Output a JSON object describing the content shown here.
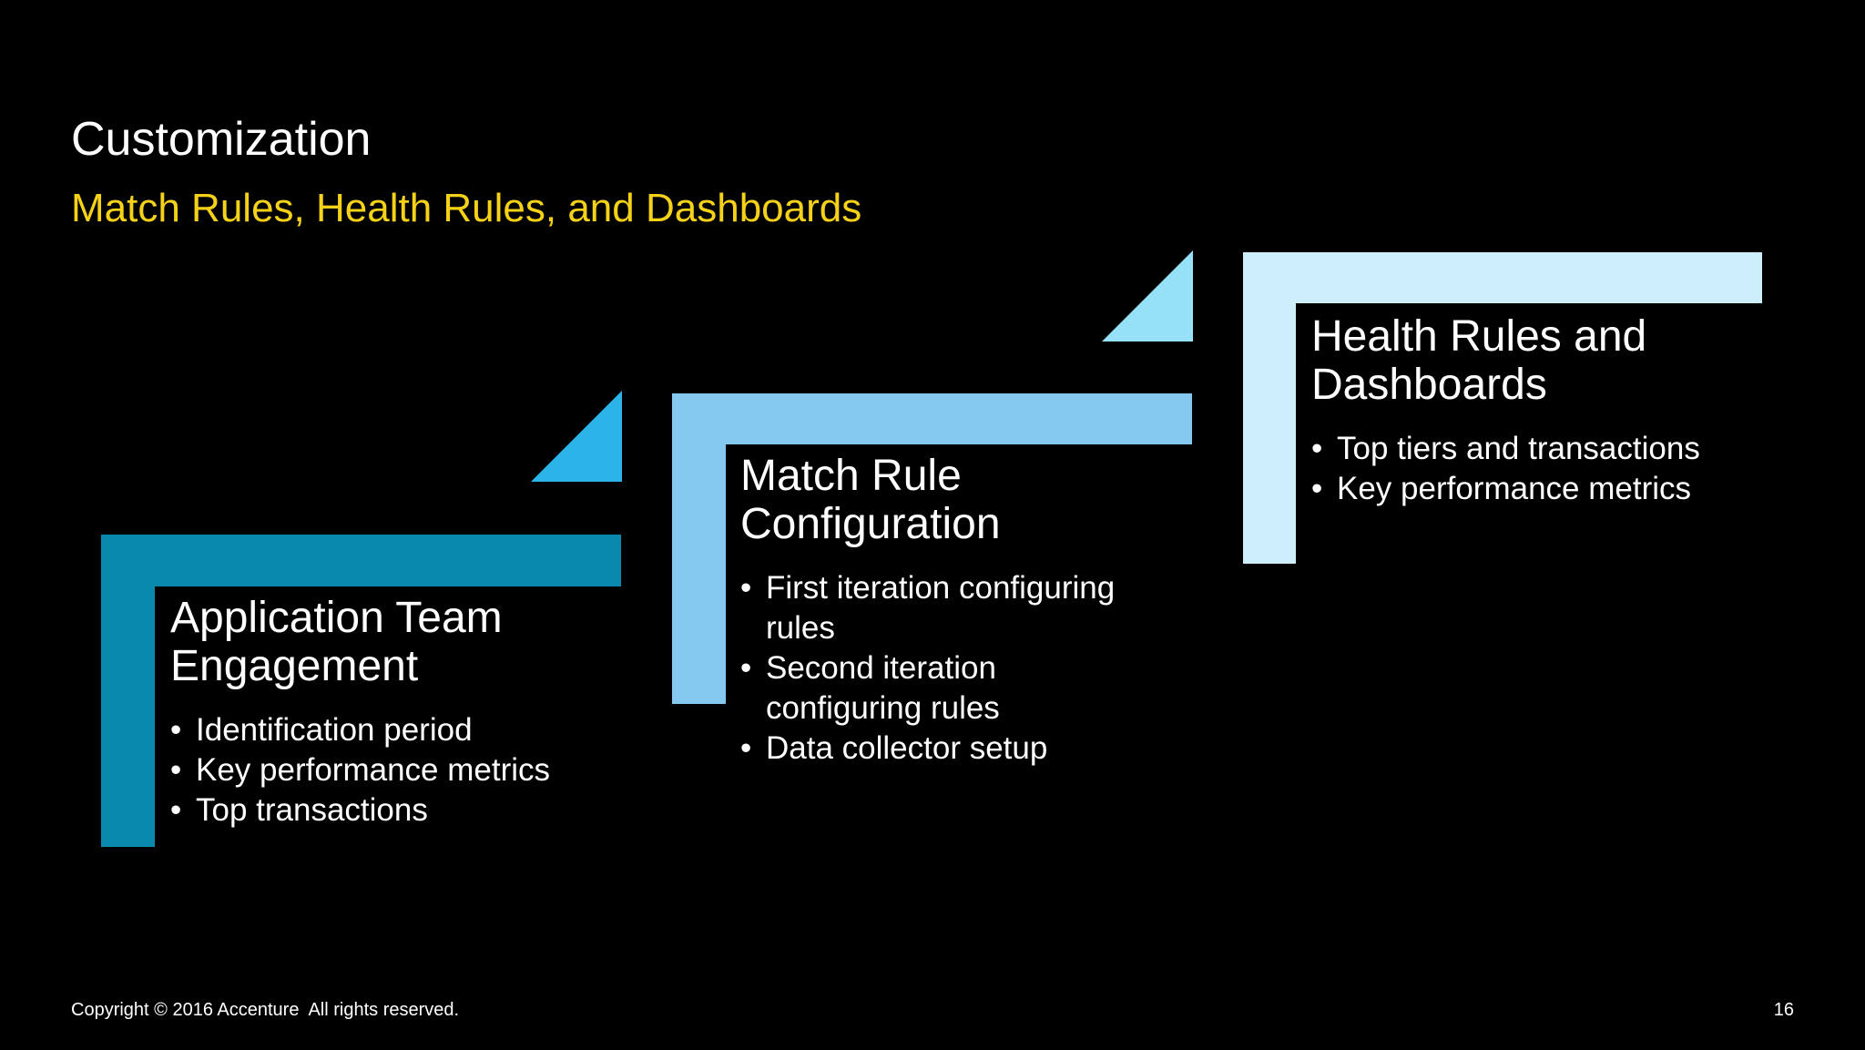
{
  "slide": {
    "title": "Customization",
    "subtitle": "Match Rules, Health Rules, and Dashboards",
    "title_color": "#FFFFFF",
    "subtitle_color": "#F5D118",
    "background_color": "#000000",
    "text_color": "#FFFFFF",
    "bullet_glyph": "•",
    "footer": {
      "copyright": "Copyright © 2016 Accenture  All rights reserved.",
      "page_number": "16"
    }
  },
  "steps": [
    {
      "heading": "Application Team\nEngagement",
      "bullets": [
        "Identification period",
        "Key performance metrics",
        "Top transactions"
      ],
      "accent_color": "#0989AD"
    },
    {
      "heading": "Match Rule\nConfiguration",
      "bullets": [
        "First iteration configuring\nrules",
        "Second iteration\nconfiguring rules",
        "Data collector setup"
      ],
      "accent_color": "#85C9F1"
    },
    {
      "heading": "Health Rules and\nDashboards",
      "bullets": [
        "Top tiers and transactions",
        "Key performance metrics"
      ],
      "accent_color": "#CDEFFB"
    }
  ],
  "arrows": [
    {
      "name": "triangle-up-right",
      "color": "#2AB4E9"
    },
    {
      "name": "triangle-up-right",
      "color": "#96E1F7"
    }
  ]
}
